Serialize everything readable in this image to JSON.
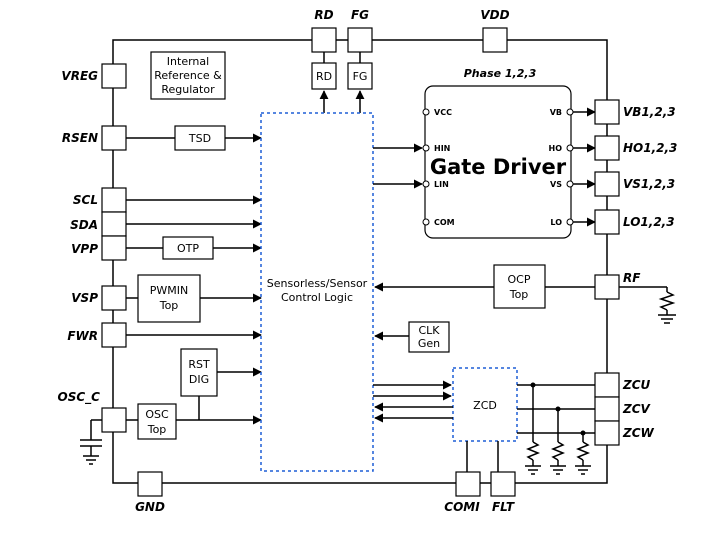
{
  "pins": {
    "rd": "RD",
    "fg": "FG",
    "vdd": "VDD",
    "vreg": "VREG",
    "rsen": "RSEN",
    "scl": "SCL",
    "sda": "SDA",
    "vpp": "VPP",
    "vsp": "VSP",
    "fwr": "FWR",
    "osc_c": "OSC_C",
    "gnd": "GND",
    "comi": "COMI",
    "flt": "FLT",
    "vb": "VB1,2,3",
    "ho": "HO1,2,3",
    "vs": "VS1,2,3",
    "lo": "LO1,2,3",
    "rf": "RF",
    "zcu": "ZCU",
    "zcv": "ZCV",
    "zcw": "ZCW"
  },
  "blocks": {
    "internal_ref": [
      "Internal",
      "Reference &",
      "Regulator"
    ],
    "tsd": "TSD",
    "otp": "OTP",
    "pwmin": [
      "PWMIN",
      "Top"
    ],
    "rst": [
      "RST",
      "DIG"
    ],
    "osc": [
      "OSC",
      "Top"
    ],
    "rd": "RD",
    "fg": "FG",
    "control": [
      "Sensorless/Sensor",
      "Control Logic"
    ],
    "ocp": [
      "OCP",
      "Top"
    ],
    "clk": [
      "CLK",
      "Gen"
    ],
    "zcd": "ZCD"
  },
  "gate_driver": {
    "phase": "Phase 1,2,3",
    "title": "Gate Driver",
    "vcc": "VCC",
    "hin": "HIN",
    "lin": "LIN",
    "com": "COM",
    "vb": "VB",
    "ho": "HO",
    "vs": "VS",
    "lo": "LO"
  },
  "colors": {
    "dotted_border": "#1f5fd6",
    "line": "#000000"
  }
}
